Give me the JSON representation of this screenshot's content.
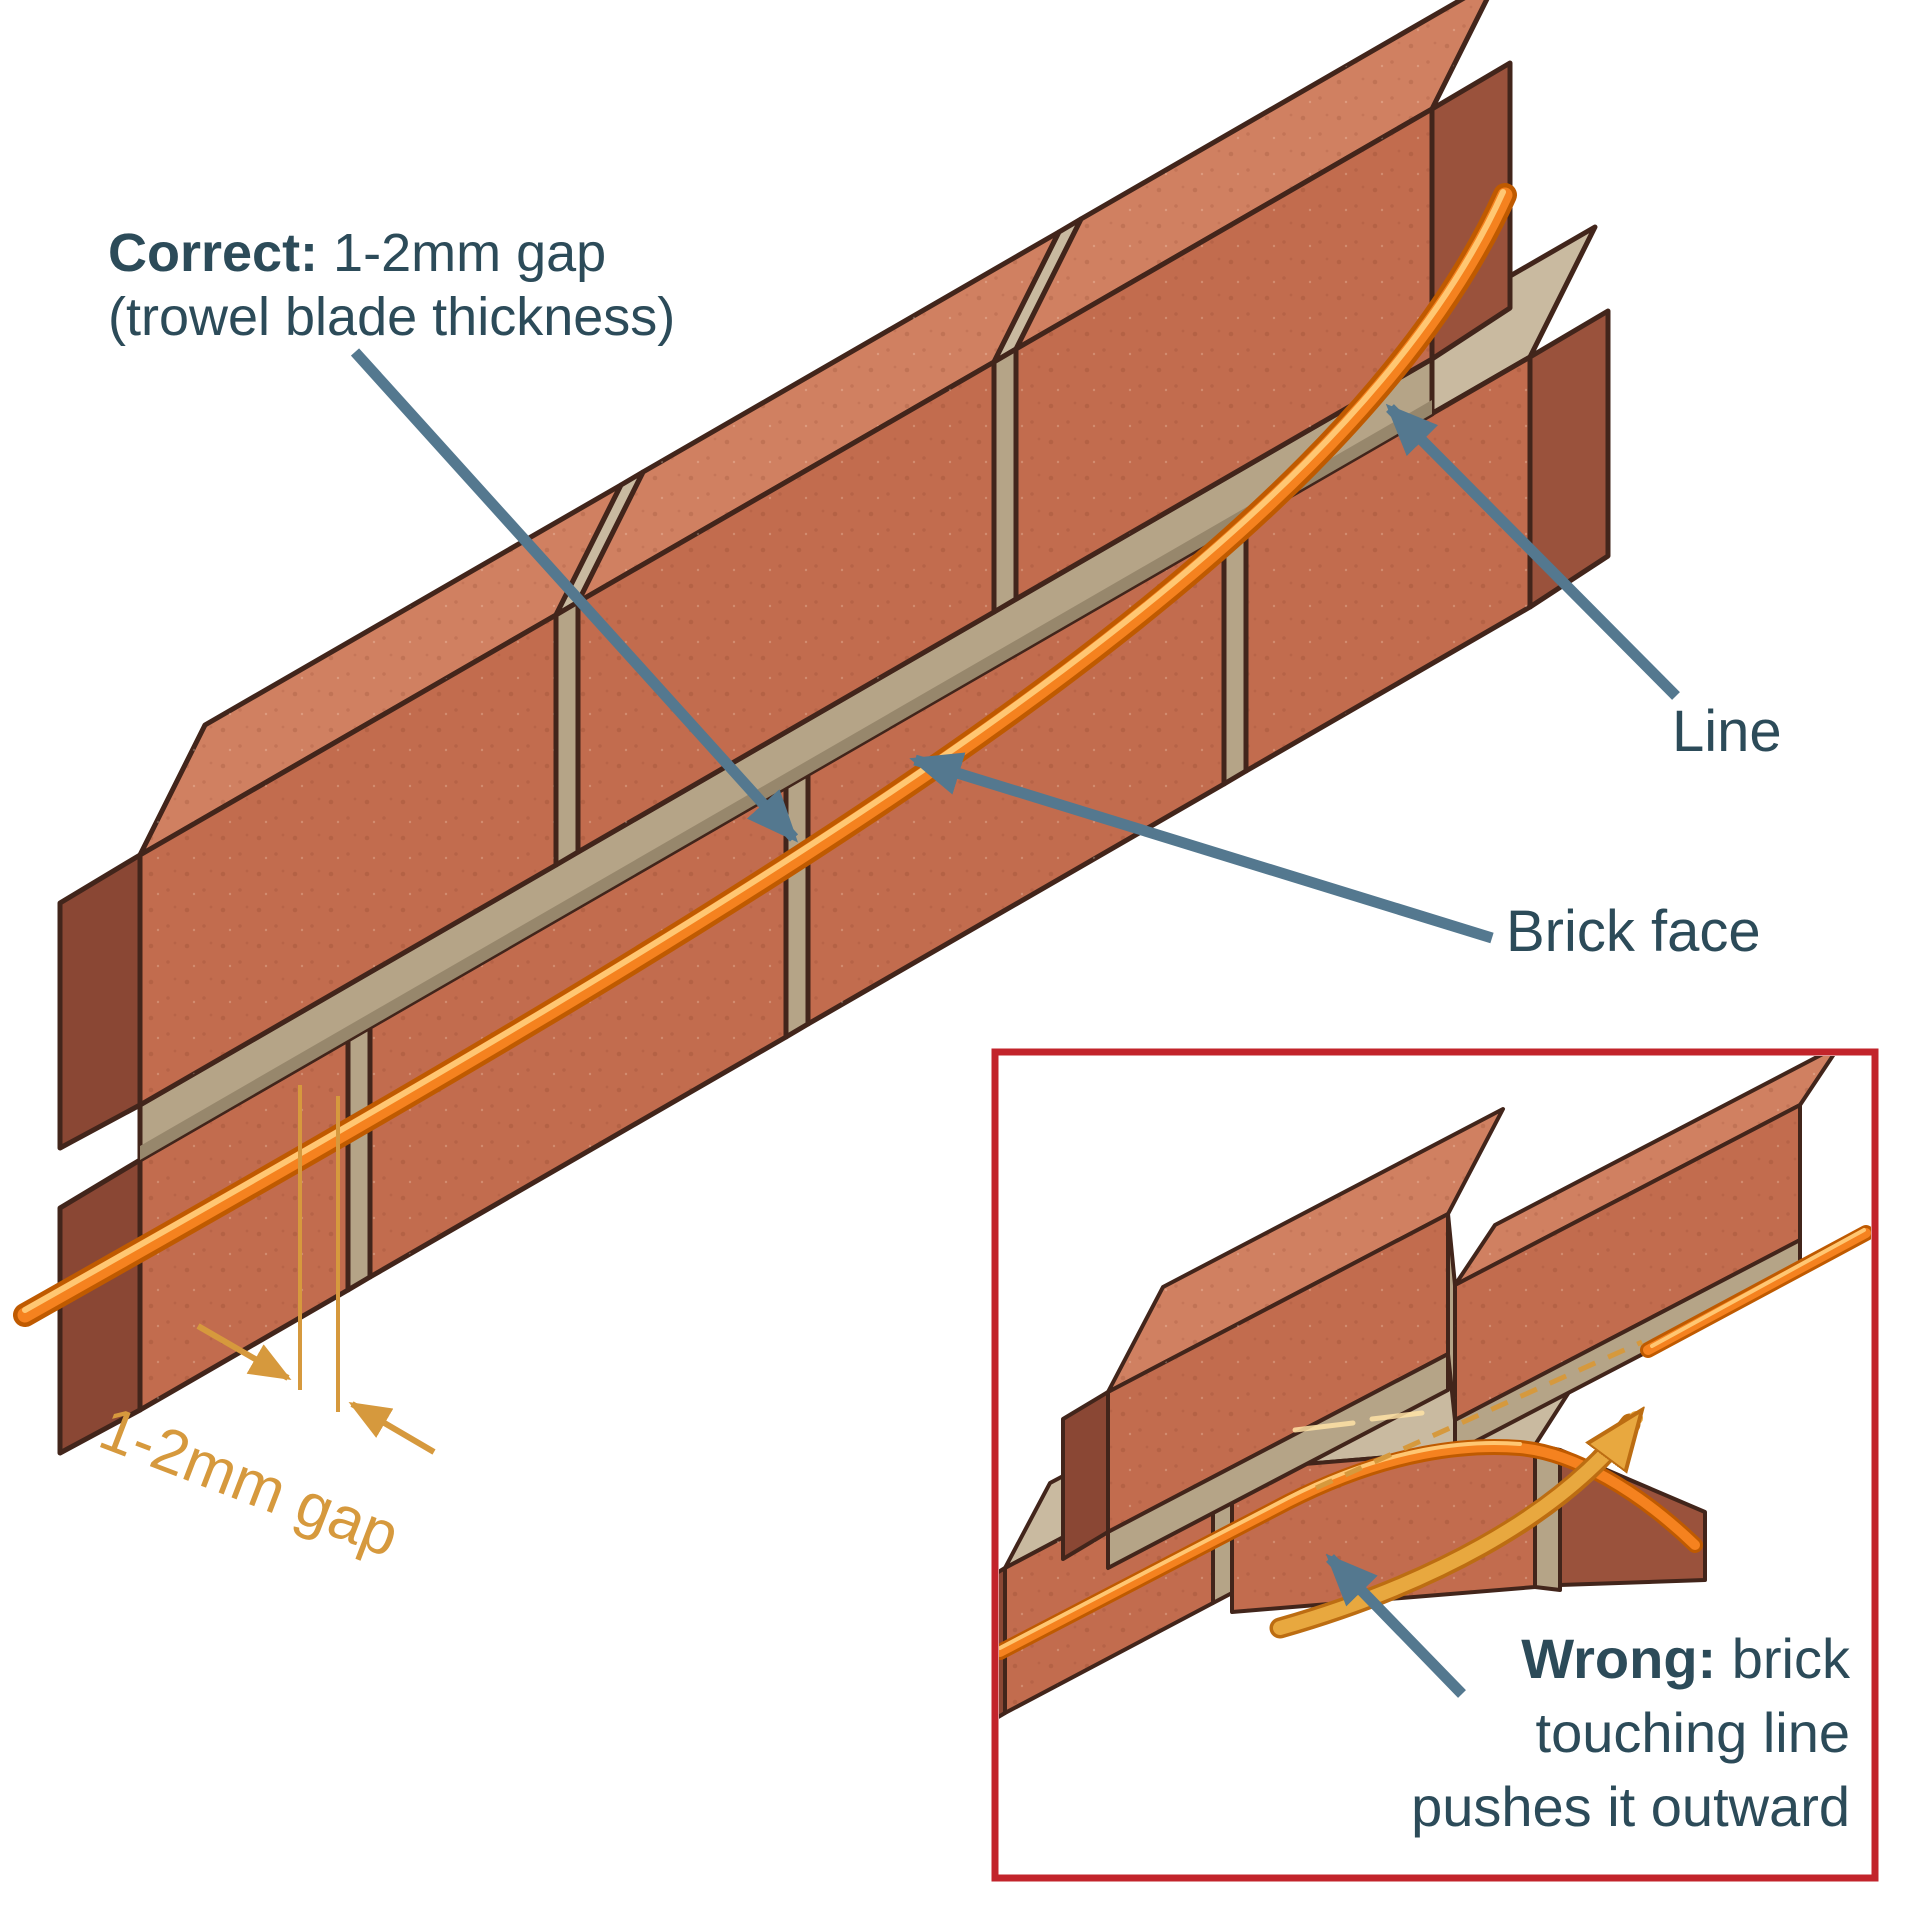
{
  "page": {
    "background": "#ffffff"
  },
  "colors": {
    "bg": "#ffffff",
    "text": "#2c4b59",
    "arrow_blue": "#54788f",
    "brick_top": "#d08061",
    "brick_front": "#c26c4e",
    "brick_dark": "#9a523c",
    "brick_darker": "#8a4734",
    "outline": "#42251b",
    "mortar": "#b5a487",
    "mortar_light": "#c9baa0",
    "mortar_dark": "#97876c",
    "line_dark": "#bf5a00",
    "line_mid": "#f5821f",
    "line_light": "#ffc773",
    "gold": "#d6993d",
    "gold_arrow": "#e8a83f",
    "gold_arrow_edge": "#bc6d12",
    "inset_border": "#c2242b"
  },
  "main": {
    "correct_label": {
      "bold": "Correct:",
      "text": " 1-2mm gap",
      "line2": "(trowel blade thickness)"
    },
    "line_label": "Line",
    "brick_face_label": "Brick face",
    "gap_label": "1-2mm gap"
  },
  "inset": {
    "wrong_label": {
      "bold": "Wrong:",
      "text": " brick",
      "line2": "touching line",
      "line3": "pushes it outward"
    }
  }
}
